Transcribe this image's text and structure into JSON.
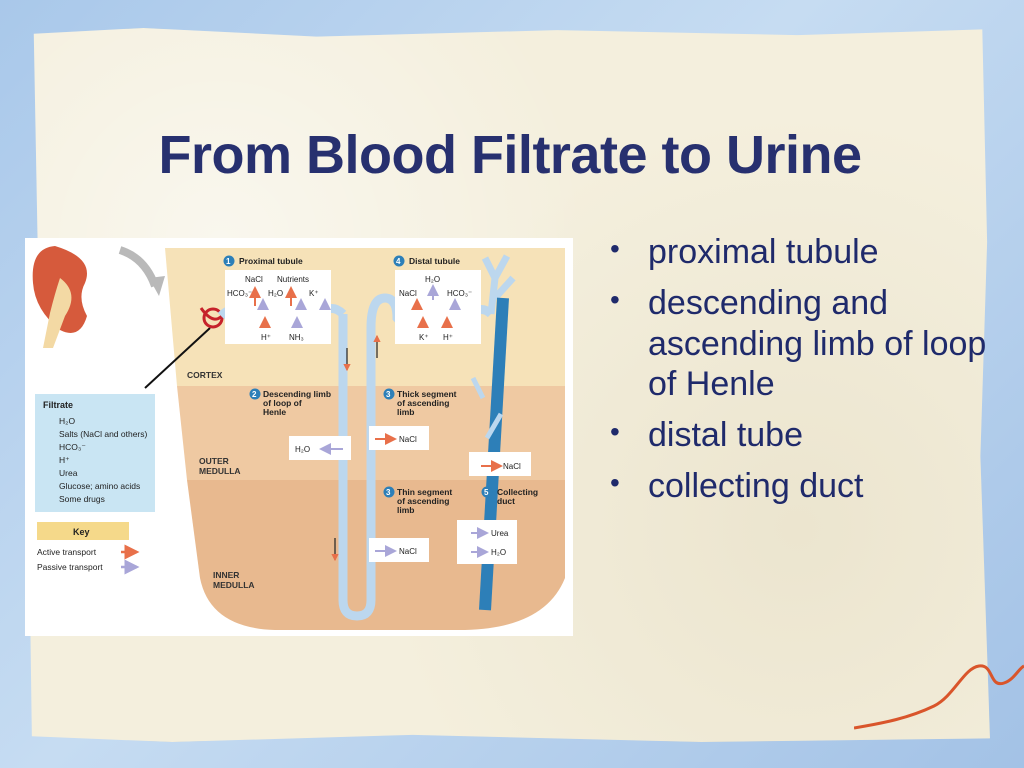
{
  "slide": {
    "title": "From Blood Filtrate to Urine",
    "bullets": [
      "proximal tubule",
      "descending and ascending limb of loop of Henle",
      "distal tube",
      "collecting duct"
    ]
  },
  "figure": {
    "labels": {
      "proximal": "Proximal tubule",
      "distal": "Distal tubule",
      "descending": [
        "Descending limb",
        "of loop of",
        "Henle"
      ],
      "thick": [
        "Thick segment",
        "of ascending",
        "limb"
      ],
      "thin": [
        "Thin segment",
        "of ascending",
        "limb"
      ],
      "collecting": [
        "Collecting",
        "duct"
      ]
    },
    "badges": {
      "proximal": "1",
      "descending": "2",
      "thick": "3",
      "thin": "3",
      "distal": "4",
      "collecting": "5"
    },
    "zones": {
      "cortex": "CORTEX",
      "outer": [
        "OUTER",
        "MEDULLA"
      ],
      "inner": [
        "INNER",
        "MEDULLA"
      ]
    },
    "filtrate": {
      "heading": "Filtrate",
      "items": [
        "H₂O",
        "Salts (NaCl and others)",
        "HCO₃⁻",
        "H⁺",
        "Urea",
        "Glucose; amino acids",
        "Some drugs"
      ]
    },
    "key": {
      "heading": "Key",
      "active": "Active transport",
      "passive": "Passive transport"
    },
    "molecules": {
      "p_nacl": "NaCl",
      "p_nutrients": "Nutrients",
      "p_hco3": "HCO₃⁻",
      "p_h2o": "H₂O",
      "p_k": "K⁺",
      "p_h": "H⁺",
      "p_nh3": "NH₃",
      "d_h2o": "H₂O",
      "d_nacl": "NaCl",
      "d_hco3": "HCO₃⁻",
      "d_k": "K⁺",
      "d_h": "H⁺",
      "desc_h2o": "H₂O",
      "thick_nacl": "NaCl",
      "cd_nacl": "NaCl",
      "thin_nacl": "NaCl",
      "cd_urea": "Urea",
      "cd_h2o": "H₂O"
    },
    "colors": {
      "active": "#e8704a",
      "passive": "#a9a6d8",
      "tubule": "#bcd7ee",
      "duct": "#2d7fb8"
    }
  }
}
